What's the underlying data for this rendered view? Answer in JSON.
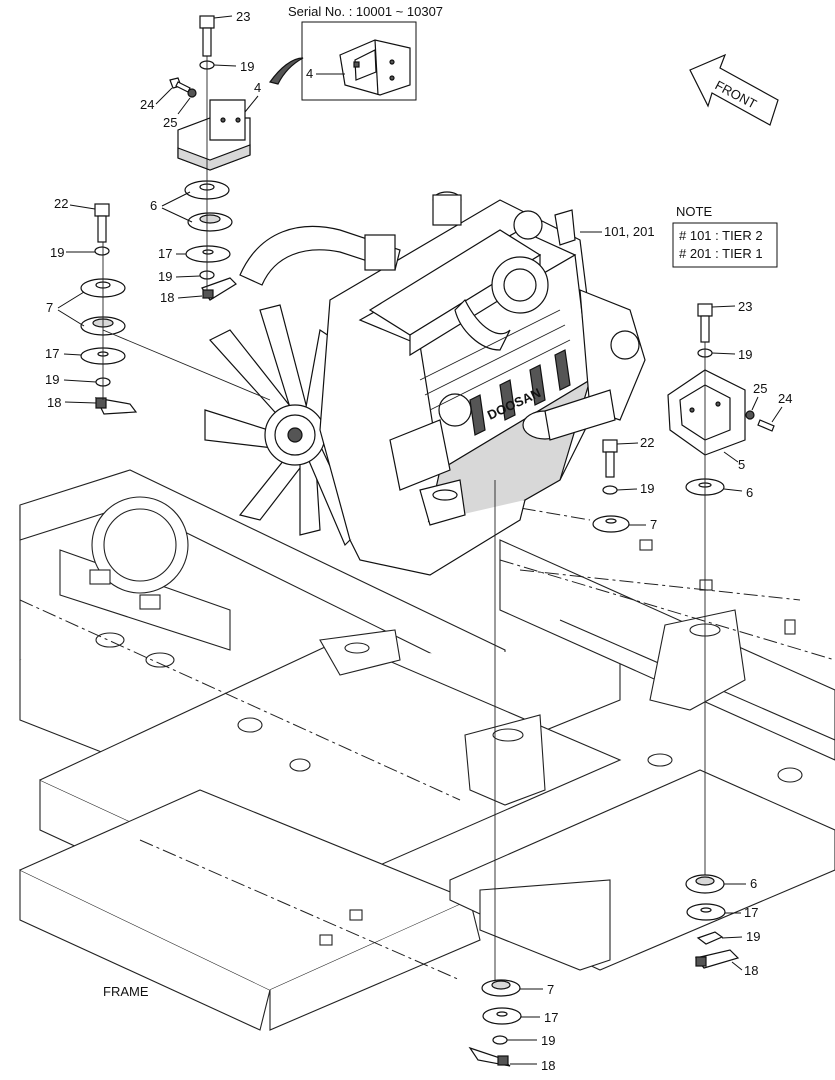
{
  "header": {
    "serial_label": "Serial No. : 10001 ~ 10307"
  },
  "front_arrow": {
    "label": "FRONT"
  },
  "note": {
    "title": "NOTE",
    "lines": [
      "# 101 : TIER 2",
      "# 201 : TIER 1"
    ]
  },
  "frame_label": "FRAME",
  "engine_brand": "DOOSAN",
  "callouts": {
    "inset_4": "4",
    "c23_top": "23",
    "c19_top": "19",
    "c24_left": "24",
    "c25_left": "25",
    "c4_main": "4",
    "c6_left": "6",
    "c22_left": "22",
    "c19_left_a": "19",
    "c17_left_a": "17",
    "c19_left_b": "19",
    "c18_left_a": "18",
    "c7_left": "7",
    "c17_left_b": "17",
    "c19_left_c": "19",
    "c18_left_b": "18",
    "c101": "101, 201",
    "c23_right": "23",
    "c19_right": "19",
    "c25_right": "25",
    "c24_right": "24",
    "c5_right": "5",
    "c22_mid": "22",
    "c19_mid": "19",
    "c6_right": "6",
    "c7_mid": "7",
    "c6_lower_r": "6",
    "c17_lower_r": "17",
    "c19_lower_r": "19",
    "c18_lower_r": "18",
    "c7_bottom": "7",
    "c17_bottom": "17",
    "c19_bottom": "19",
    "c18_bottom": "18"
  }
}
